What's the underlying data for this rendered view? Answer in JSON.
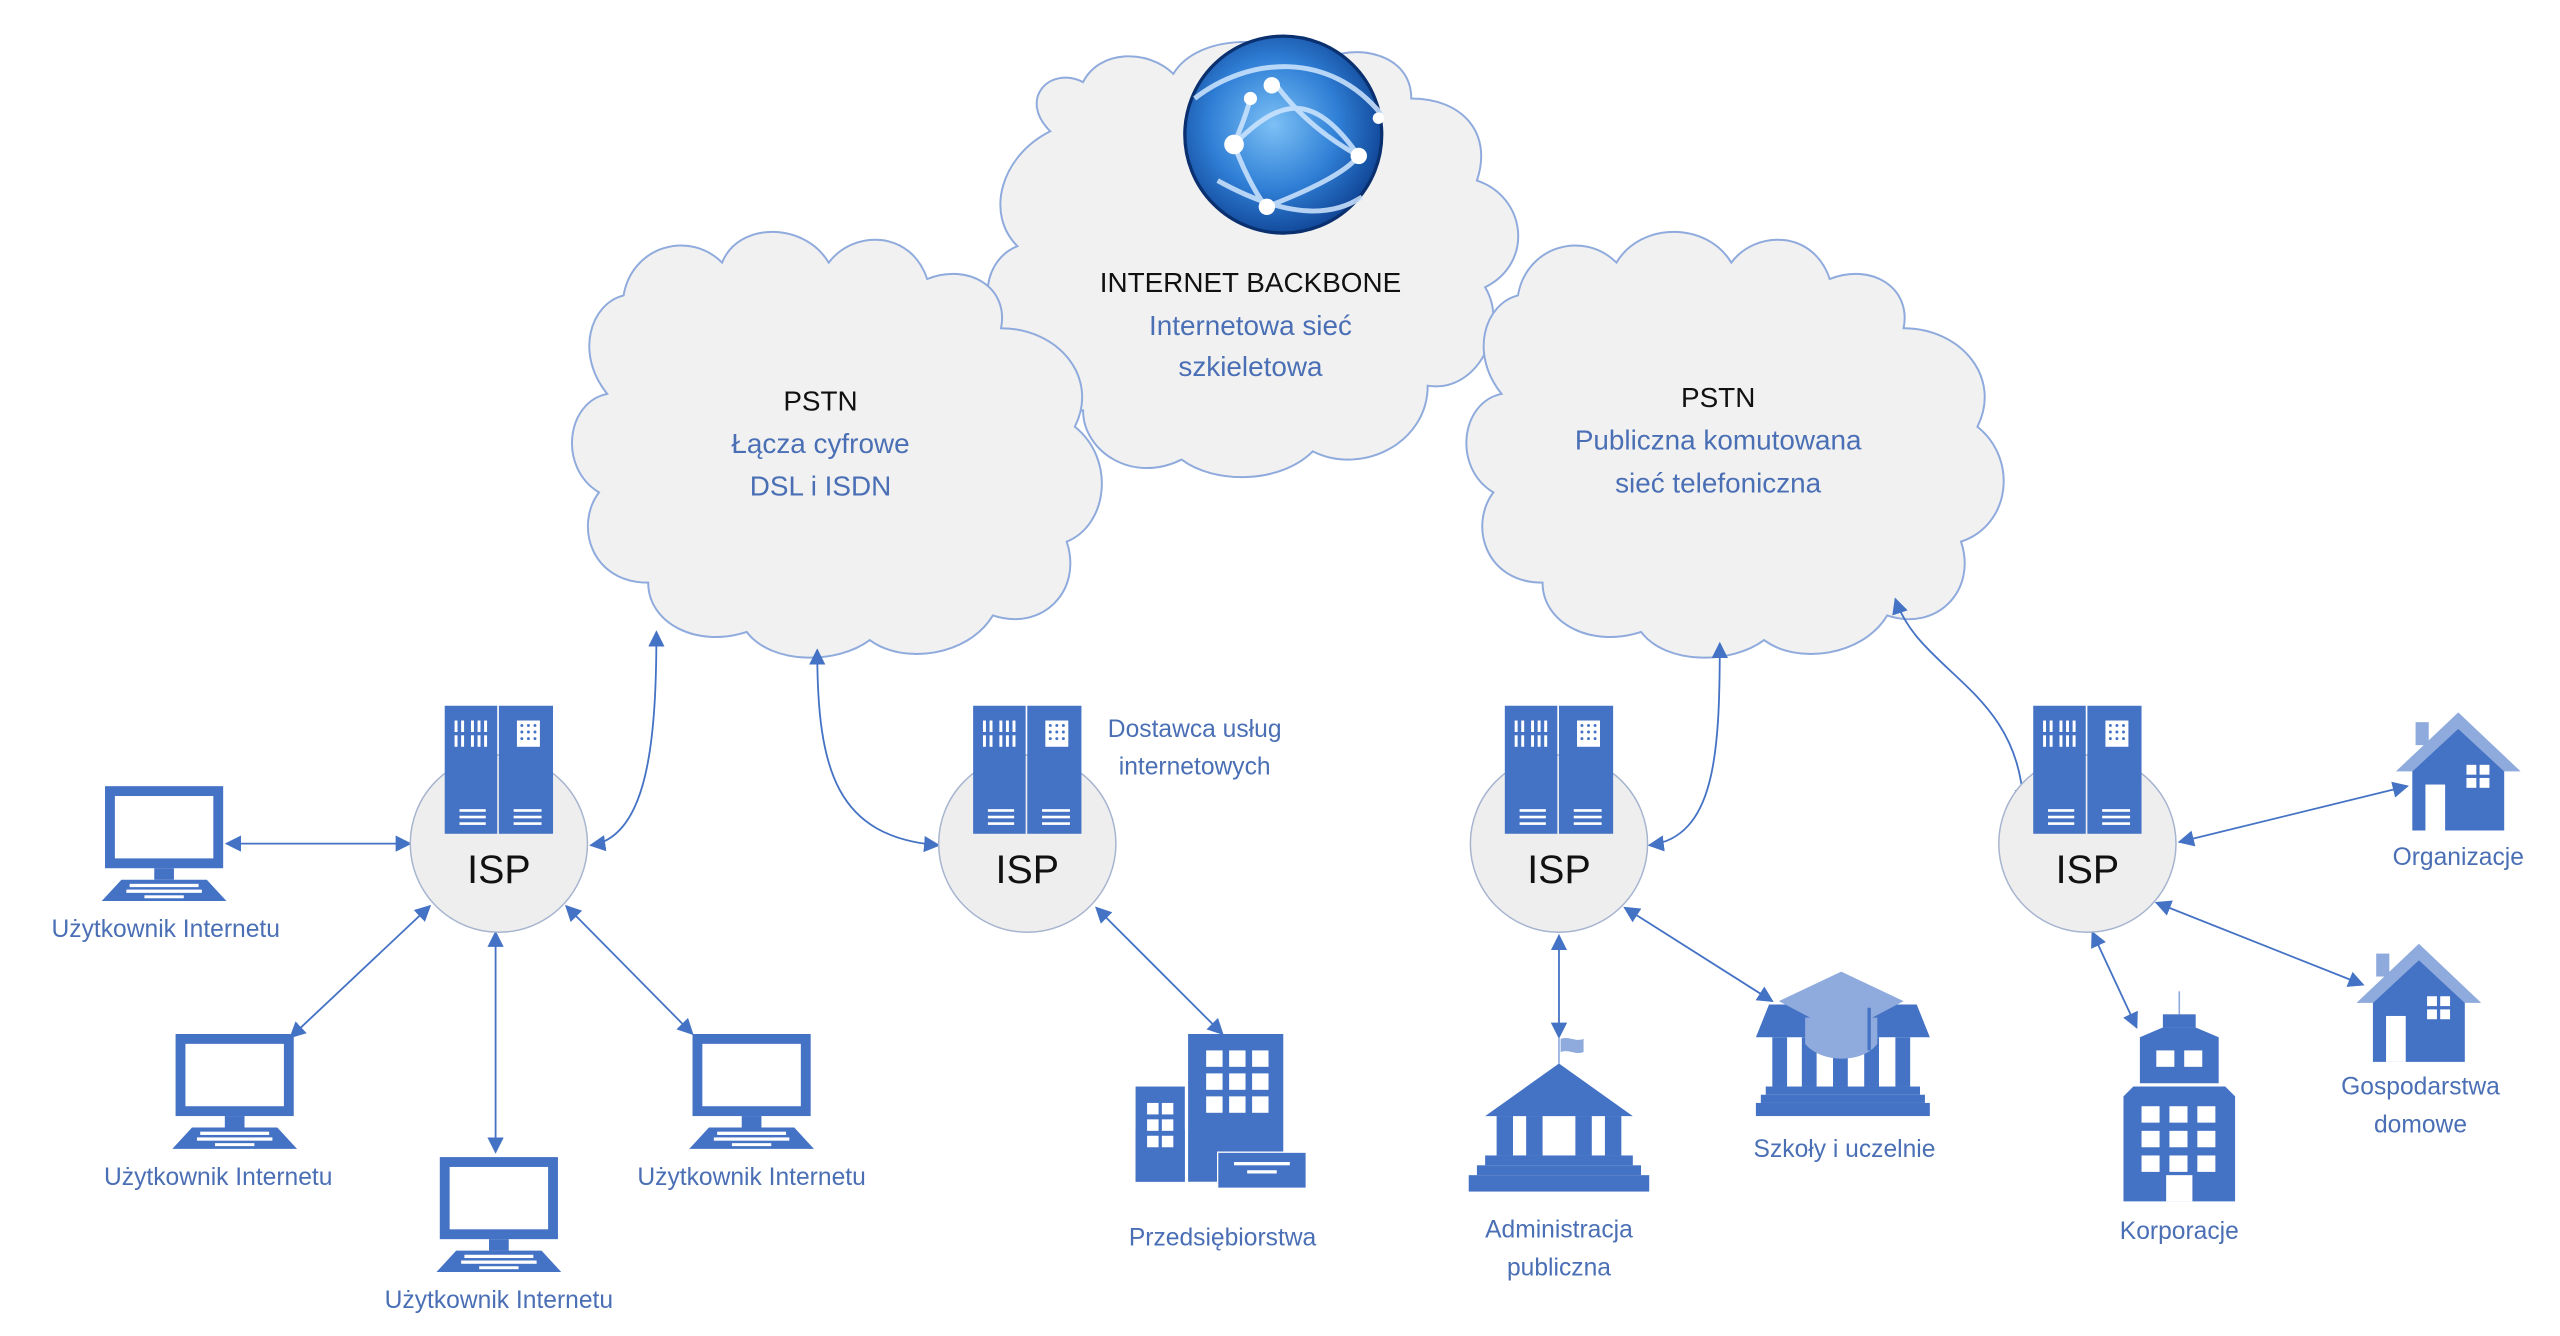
{
  "backbone": {
    "title": "INTERNET BACKBONE",
    "subtitle_line1": "Internetowa sieć",
    "subtitle_line2": "szkieletowa"
  },
  "pstn_left": {
    "title": "PSTN",
    "subtitle_line1": "Łącza cyfrowe",
    "subtitle_line2": "DSL i ISDN"
  },
  "pstn_right": {
    "title": "PSTN",
    "subtitle_line1": "Publiczna komutowana",
    "subtitle_line2": "sieć telefoniczna"
  },
  "isp_nodes": [
    {
      "label": "ISP"
    },
    {
      "label": "ISP",
      "caption_line1": "Dostawca usług",
      "caption_line2": "internetowych"
    },
    {
      "label": "ISP"
    },
    {
      "label": "ISP"
    }
  ],
  "endpoints": {
    "user_1": "Użytkownik Internetu",
    "user_2": "Użytkownik Internetu",
    "user_3": "Użytkownik Internetu",
    "user_4": "Użytkownik Internetu",
    "enterprises": "Przedsiębiorstwa",
    "public_admin_line1": "Administracja",
    "public_admin_line2": "publiczna",
    "schools": "Szkoły i uczelnie",
    "corporations": "Korporacje",
    "organizations": "Organizacje",
    "households_line1": "Gospodarstwa",
    "households_line2": "domowe"
  },
  "colors": {
    "accent": "#4472c4",
    "accent_light": "#8faadc",
    "cloud_fill": "#f1f1f1",
    "label_text": "#4a6fb5"
  }
}
